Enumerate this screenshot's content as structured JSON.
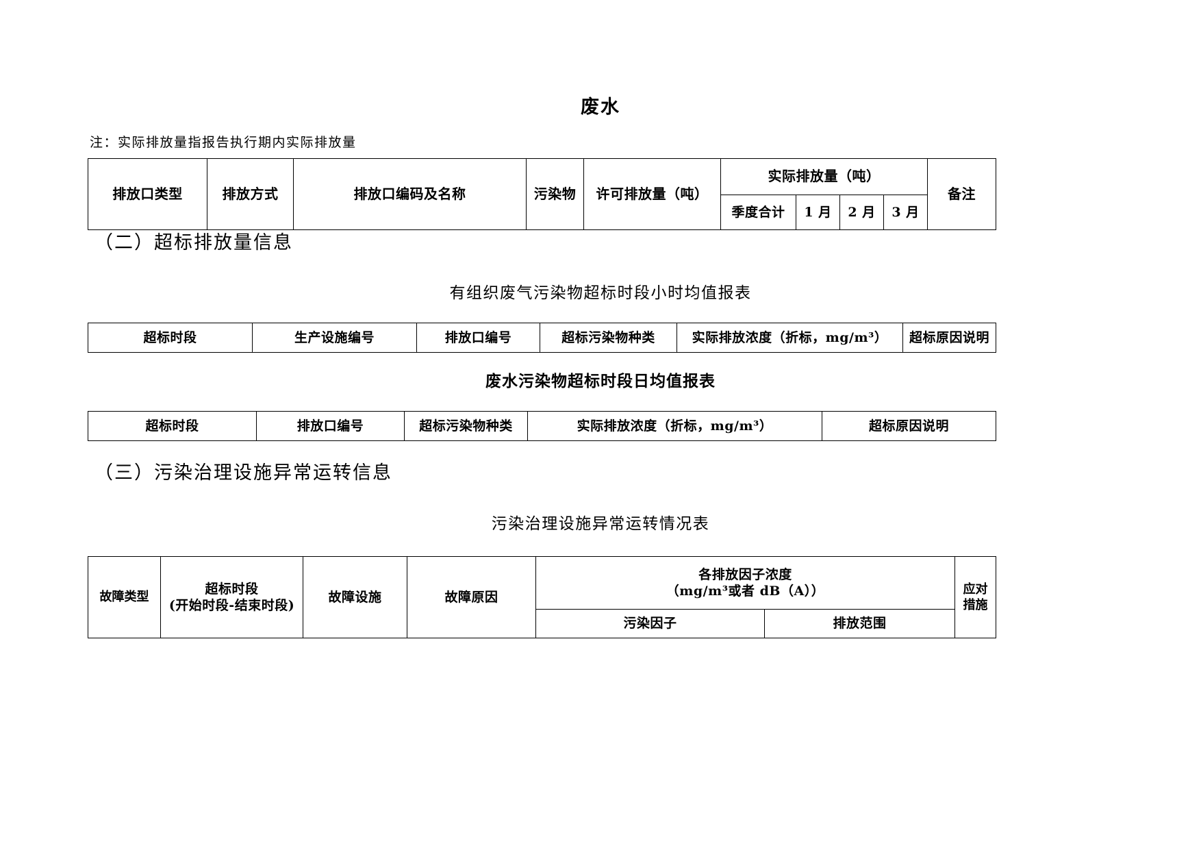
{
  "document": {
    "title": "废水",
    "note": "注：实际排放量指报告执行期内实际排放量"
  },
  "sections": {
    "section_two": "（二）超标排放量信息",
    "section_three": "（三）污染治理设施异常运转信息"
  },
  "captions": {
    "gas_exceed": "有组织废气污染物超标时段小时均值报表",
    "water_exceed": "废水污染物超标时段日均值报表",
    "facility_fault": "污染治理设施异常运转情况表"
  },
  "table_discharge": {
    "headers": {
      "outlet_type": "排放口类型",
      "discharge_method": "排放方式",
      "outlet_code_name": "排放口编码及名称",
      "pollutant": "污染物",
      "permitted_amount": "许可排放量（吨）",
      "actual_amount": "实际排放量（吨）",
      "remark": "备注"
    },
    "sub_headers": {
      "quarter_total": "季度合计",
      "month_1": "1 月",
      "month_2": "2 月",
      "month_3": "3 月"
    }
  },
  "table_gas_exceed": {
    "headers": [
      "超标时段",
      "生产设施编号",
      "排放口编号",
      "超标污染物种类",
      "实际排放浓度（折标，mg/m³）",
      "超标原因说明"
    ]
  },
  "table_water_exceed": {
    "headers": [
      "超标时段",
      "排放口编号",
      "超标污染物种类",
      "实际排放浓度（折标，mg/m³）",
      "超标原因说明"
    ]
  },
  "table_facility_fault": {
    "headers": {
      "fault_type": "故障类型",
      "exceed_period_line1": "超标时段",
      "exceed_period_line2": "(开始时段-结束时段)",
      "fault_facility": "故障设施",
      "fault_reason": "故障原因",
      "factor_concentration_line1": "各排放因子浓度",
      "factor_concentration_line2": "（mg/m³或者 dB（A））",
      "response_line1": "应对",
      "response_line2": "措施"
    },
    "sub_headers": {
      "pollutant_factor": "污染因子",
      "discharge_range": "排放范围"
    }
  }
}
